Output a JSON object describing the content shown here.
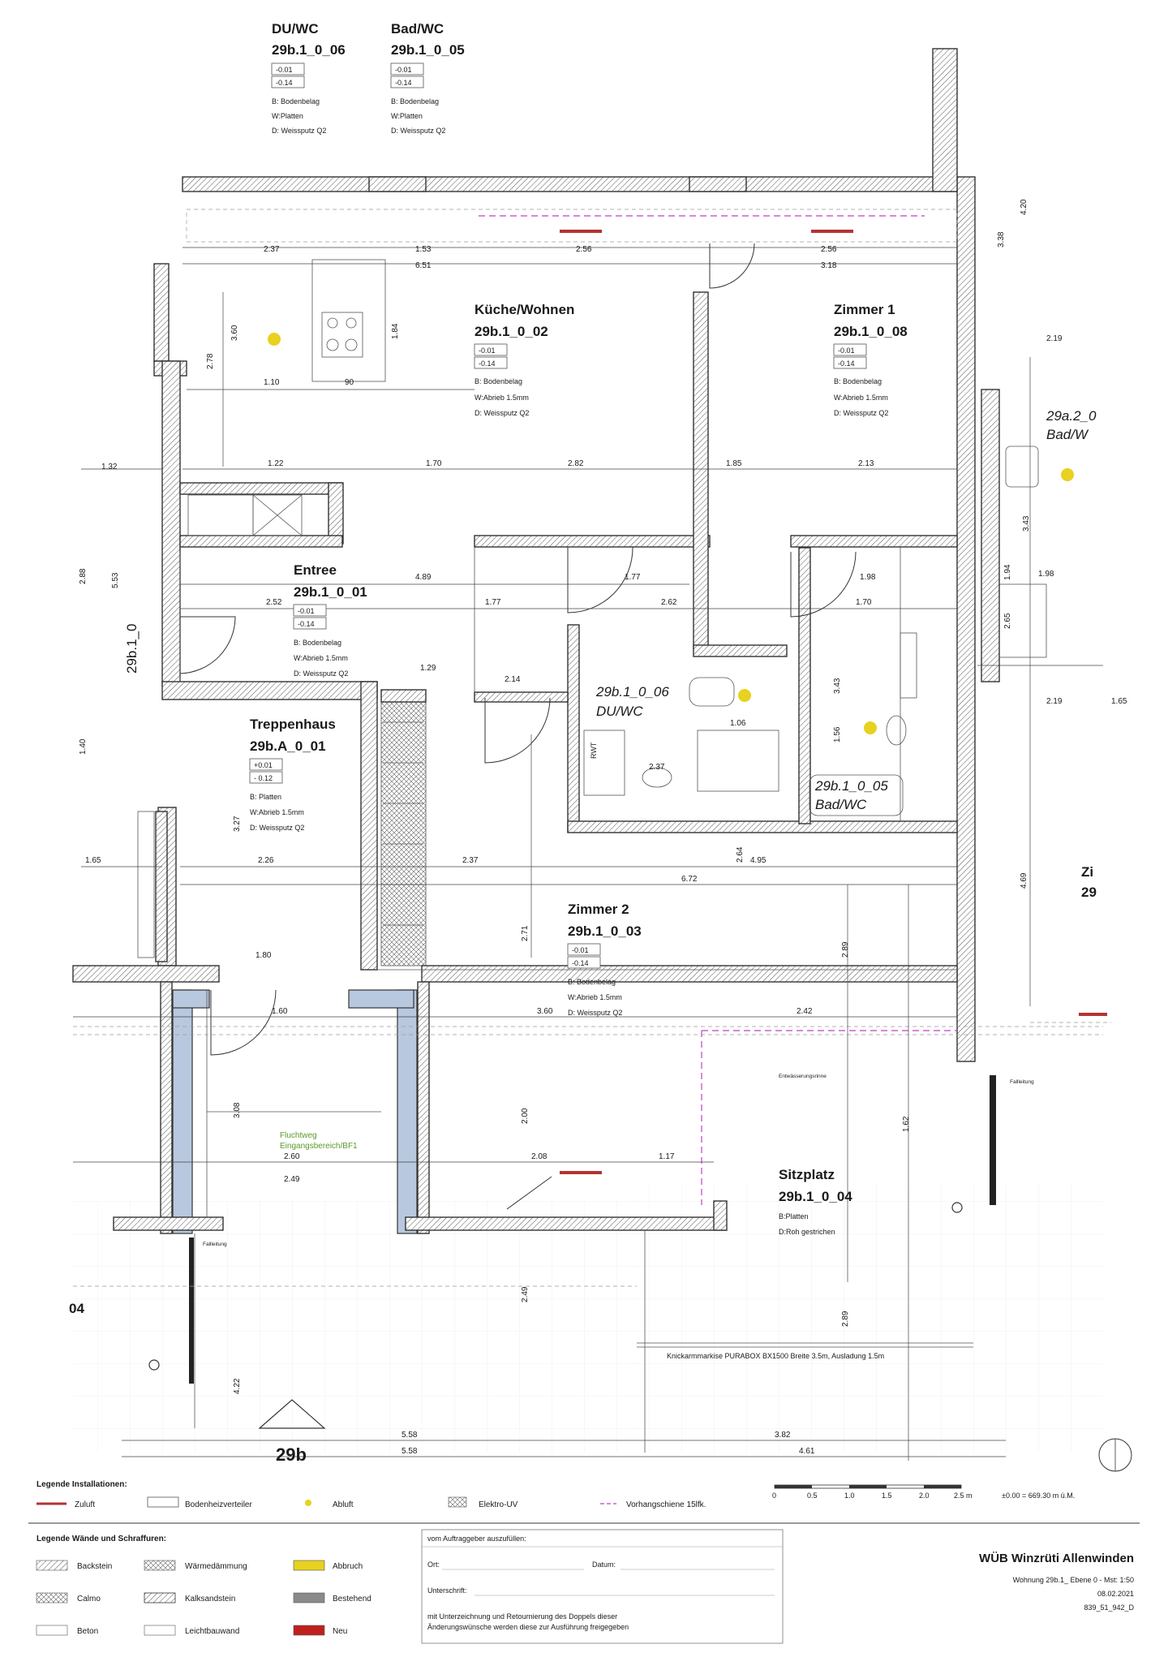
{
  "rooms": {
    "duwc_top": {
      "name": "DU/WC",
      "id": "29b.1_0_06",
      "v1": "-0.01",
      "v2": "-0.14",
      "b": "B: Bodenbelag",
      "w": "W:Platten",
      "d": "D: Weissputz Q2"
    },
    "badwc_top": {
      "name": "Bad/WC",
      "id": "29b.1_0_05",
      "v1": "-0.01",
      "v2": "-0.14",
      "b": "B: Bodenbelag",
      "w": "W:Platten",
      "d": "D: Weissputz Q2"
    },
    "kueche": {
      "name": "Küche/Wohnen",
      "id": "29b.1_0_02",
      "v1": "-0.01",
      "v2": "-0.14",
      "b": "B: Bodenbelag",
      "w": "W:Abrieb 1.5mm",
      "d": "D: Weissputz Q2"
    },
    "zimmer1": {
      "name": "Zimmer 1",
      "id": "29b.1_0_08",
      "v1": "-0.01",
      "v2": "-0.14",
      "b": "B: Bodenbelag",
      "w": "W:Abrieb 1.5mm",
      "d": "D: Weissputz Q2"
    },
    "entree": {
      "name": "Entree",
      "id": "29b.1_0_01",
      "v1": "-0.01",
      "v2": "-0.14",
      "b": "B: Bodenbelag",
      "w": "W:Abrieb 1.5mm",
      "d": "D: Weissputz Q2"
    },
    "treppenhaus": {
      "name": "Treppenhaus",
      "id": "29b.A_0_01",
      "v1": "+0.01",
      "v2": "- 0.12",
      "b": "B: Platten",
      "w": "W:Abrieb 1.5mm",
      "d": "D: Weissputz Q2"
    },
    "zimmer2": {
      "name": "Zimmer 2",
      "id": "29b.1_0_03",
      "v1": "-0.01",
      "v2": "-0.14",
      "b": "B: Bodenbelag",
      "w": "W:Abrieb 1.5mm",
      "d": "D: Weissputz Q2"
    },
    "sitzplatz": {
      "name": "Sitzplatz",
      "id": "29b.1_0_04",
      "b": "B:Platten",
      "d": "D:Roh gestrichen"
    },
    "duwc_plan": {
      "id": "29b.1_0_06",
      "name": "DU/WC"
    },
    "badwc_plan": {
      "id": "29b.1_0_05",
      "name": "Bad/WC"
    },
    "neighbor_bad": {
      "id": "29a.2_0",
      "name": "Bad/W"
    },
    "neighbor_zi": {
      "name": "Zi",
      "id": "29"
    }
  },
  "labels": {
    "building": "29b",
    "side_id": "29b.1_0",
    "left_04": "04",
    "fluchtweg1": "Fluchtweg",
    "fluchtweg2": "Eingangsbereich/BF1",
    "markise": "Knickarmmarkise PURABOX BX1500 Breite 3.5m, Ausladung 1.5m",
    "entwasserung": "Entwässerungsrinne",
    "fallleitung": "Fallleitung",
    "rwt": "RWT",
    "elevation": "±0.00 = 669.30 m ü.M."
  },
  "dims": {
    "d1": "2.37",
    "d2": "1.53",
    "d3": "6.51",
    "d4": "2.56",
    "d5": "2.56",
    "d6": "3.18",
    "d7": "3.60",
    "d8": "2.78",
    "d9": "1.10",
    "d10": "90",
    "d11": "1.84",
    "d12": "1.70",
    "d13": "2.82",
    "d14": "1.85",
    "d15": "2.13",
    "d16": "1.22",
    "d17": "2.19",
    "d18": "4.89",
    "d19": "1.77",
    "d20": "1.77",
    "d21": "2.62",
    "d22": "1.70",
    "d23": "1.29",
    "d24": "2.14",
    "d25": "2.26",
    "d26": "2.37",
    "d27": "4.95",
    "d28": "6.72",
    "d29": "1.65",
    "d30": "3.27",
    "d31": "2.71",
    "d32": "3.60",
    "d33": "2.42",
    "d34": "1.60",
    "d35": "2.60",
    "d36": "2.08",
    "d37": "1.17",
    "d38": "3.08",
    "d39": "2.00",
    "d40": "2.49",
    "d41": "1.62",
    "d42": "3.82",
    "d43": "4.61",
    "d44": "5.58",
    "d45": "5.58",
    "d46": "4.22",
    "d47": "2.89",
    "d48": "4.69",
    "d49": "4.20",
    "d50": "3.38",
    "d51": "2.19",
    "d52": "1.98",
    "d53": "1.98",
    "d54": "2.89",
    "d55": "1.40",
    "d56": "2.88",
    "d57": "5.53",
    "d58": "3.43",
    "d59": "1.94",
    "d60": "1.56",
    "d61": "3.43",
    "d62": "2.65",
    "d63": "2.37",
    "d64": "1.80",
    "d65": "2.64",
    "d66": "1.65",
    "d67": "1.32",
    "d68": "2.52",
    "d69": "1.06",
    "d70": "2.49"
  },
  "legend_install": {
    "title": "Legende Installationen:",
    "items": [
      "Zuluft",
      "Bodenheizverteiler",
      "Abluft",
      "Elektro-UV",
      "Vorhangschiene 15lfk."
    ]
  },
  "legend_walls": {
    "title": "Legende Wände und Schraffuren:",
    "col1": [
      "Backstein",
      "Calmo",
      "Beton"
    ],
    "col2": [
      "Wärmedämmung",
      "Kalksandstein",
      "Leichtbauwand"
    ],
    "col3": [
      "Abbruch",
      "Bestehend",
      "Neu"
    ]
  },
  "scale": {
    "ticks": [
      "0",
      "0.5",
      "1.0",
      "1.5",
      "2.0",
      "2.5 m"
    ]
  },
  "signature": {
    "header": "vom Auftraggeber auszufüllen:",
    "ort": "Ort:",
    "datum": "Datum:",
    "unterschrift": "Unterschrift:",
    "note1": "mit Unterzeichnung und Retournierung des Doppels dieser",
    "note2": "Änderungswünsche werden diese zur Ausführung freigegeben"
  },
  "titleblock": {
    "project": "WÜB Winzrüti Allenwinden",
    "line1": "Wohnung 29b.1_ Ebene 0 - Mst: 1:50",
    "date": "08.02.2021",
    "code": "839_51_942_D"
  },
  "colors": {
    "wall_blue": "#b8c8de",
    "magenta": "#c33fc3",
    "red": "#b43333",
    "yellow": "#e8d11f"
  }
}
